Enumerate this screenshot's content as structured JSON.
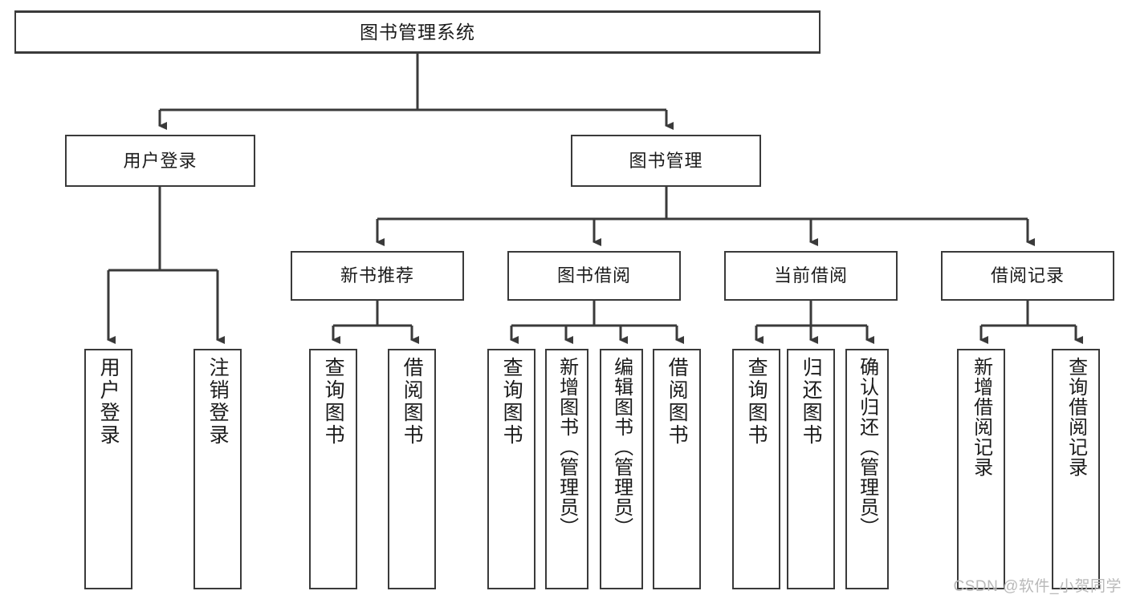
{
  "diagram": {
    "title": "图书管理系统",
    "type": "tree-hierarchy",
    "watermark": "CSDN @软件_小贺同学",
    "colors": {
      "stroke": "#3a3a3a",
      "fill": "#ffffff",
      "text": "#1b1b1b",
      "watermark": "#b9b9b9"
    },
    "nodes": {
      "root": {
        "label": "图书管理系统"
      },
      "level2": [
        {
          "label": "用户登录"
        },
        {
          "label": "图书管理"
        }
      ],
      "level3": [
        {
          "label": "新书推荐"
        },
        {
          "label": "图书借阅"
        },
        {
          "label": "当前借阅"
        },
        {
          "label": "借阅记录"
        }
      ],
      "leaves": {
        "user_login": [
          {
            "label": "用户登录"
          },
          {
            "label": "注销登录"
          }
        ],
        "new_books": [
          {
            "label": "查询图书"
          },
          {
            "label": "借阅图书"
          }
        ],
        "book_borrow": [
          {
            "label": "查询图书"
          },
          {
            "label": "新增图书（管理员）"
          },
          {
            "label": "编辑图书（管理员）"
          },
          {
            "label": "借阅图书"
          }
        ],
        "current_borrow": [
          {
            "label": "查询图书"
          },
          {
            "label": "归还图书"
          },
          {
            "label": "确认归还（管理员）"
          }
        ],
        "borrow_records": [
          {
            "label": "新增借阅记录"
          },
          {
            "label": "查询借阅记录"
          }
        ]
      }
    }
  }
}
